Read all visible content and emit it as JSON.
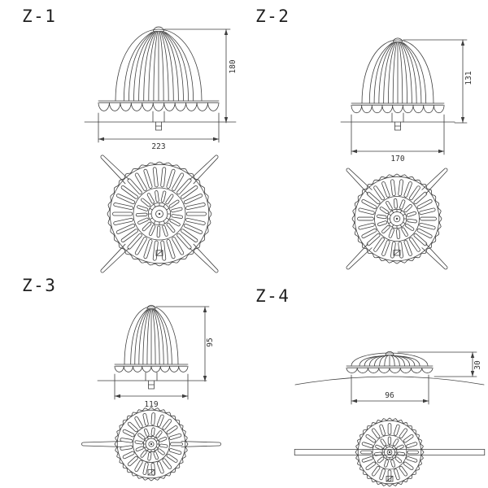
{
  "sheet": {
    "title": "roof-drain-strainer-variants"
  },
  "colors": {
    "line": "#3f3f3f",
    "text": "#333333",
    "background": "#ffffff"
  },
  "figures": [
    {
      "label": "Z-1",
      "height_dim": "180",
      "width_dim": "223"
    },
    {
      "label": "Z-2",
      "height_dim": "131",
      "width_dim": "170"
    },
    {
      "label": "Z-3",
      "height_dim": "95",
      "width_dim": "119"
    },
    {
      "label": "Z-4",
      "height_dim": "30",
      "width_dim": "96"
    }
  ]
}
